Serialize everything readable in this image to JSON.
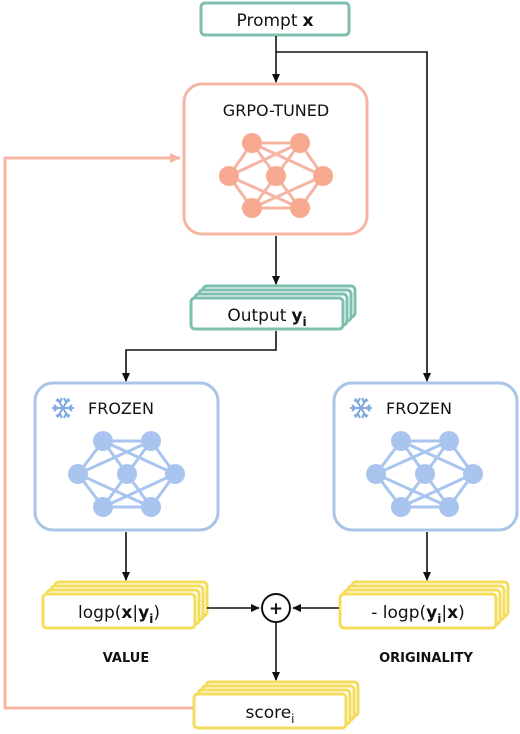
{
  "prompt": {
    "label": "Prompt",
    "var": "x"
  },
  "policy": {
    "title": "GRPO-TUNED"
  },
  "output": {
    "label": "Output",
    "var": "y",
    "sub": "i"
  },
  "frozen_left": {
    "title": "FROZEN"
  },
  "frozen_right": {
    "title": "FROZEN"
  },
  "value_box": {
    "pre": "logp(",
    "x": "x",
    "bar": "|",
    "y": "y",
    "sub": "i",
    "post": ")"
  },
  "orig_box": {
    "pre": "- logp(",
    "y": "y",
    "sub": "i",
    "bar": "|",
    "x": "x",
    "post": ")"
  },
  "value_label": "VALUE",
  "originality_label": "ORIGINALITY",
  "plus": "+",
  "score": {
    "label": "score",
    "sub": "i"
  },
  "colors": {
    "teal": "#7fbfb0",
    "salmon": "#f6b5a3",
    "salmon_node": "#f7a98f",
    "blue": "#a8c4e8",
    "blue_node": "#a9c4ef",
    "yellow": "#f5dd5c",
    "snowflake": "#7fa9e0"
  },
  "icons": [
    "snowflake-icon",
    "neural-net-icon",
    "plus-circle-icon"
  ]
}
